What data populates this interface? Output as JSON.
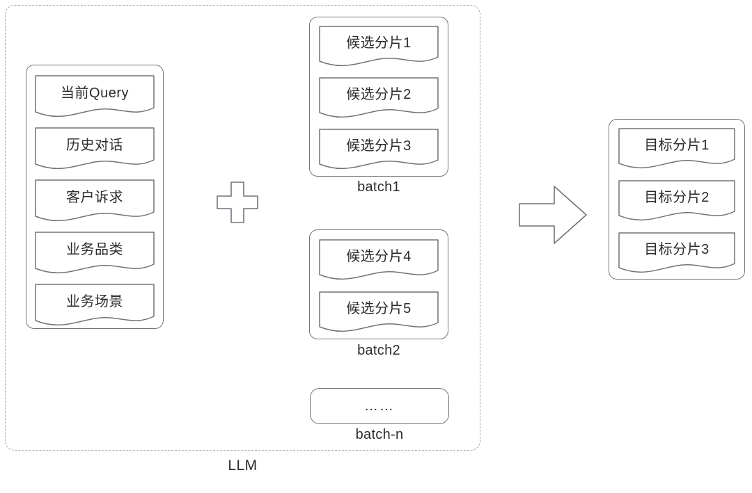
{
  "diagram": {
    "llm_group": {
      "caption": "LLM"
    },
    "input_panel": {
      "name": "llm-input-fields",
      "items": [
        {
          "label": "当前Query"
        },
        {
          "label": "历史对话"
        },
        {
          "label": "客户诉求"
        },
        {
          "label": "业务品类"
        },
        {
          "label": "业务场景"
        }
      ]
    },
    "plus_icon": {
      "name": "plus-icon"
    },
    "arrow_icon": {
      "name": "arrow-right-icon"
    },
    "batches": [
      {
        "caption": "batch1",
        "chunks": [
          {
            "label": "候选分片1"
          },
          {
            "label": "候选分片2"
          },
          {
            "label": "候选分片3"
          }
        ]
      },
      {
        "caption": "batch2",
        "chunks": [
          {
            "label": "候选分片4"
          },
          {
            "label": "候选分片5"
          }
        ]
      },
      {
        "caption": "batch-n",
        "placeholder": "……",
        "chunks": []
      }
    ],
    "output_panel": {
      "name": "target-chunks",
      "items": [
        {
          "label": "目标分片1"
        },
        {
          "label": "目标分片2"
        },
        {
          "label": "目标分片3"
        }
      ]
    },
    "colors": {
      "stroke": "#6f7479",
      "dashed_stroke": "#9aa0a6",
      "text": "#2b2b2b",
      "background": "#ffffff"
    }
  }
}
